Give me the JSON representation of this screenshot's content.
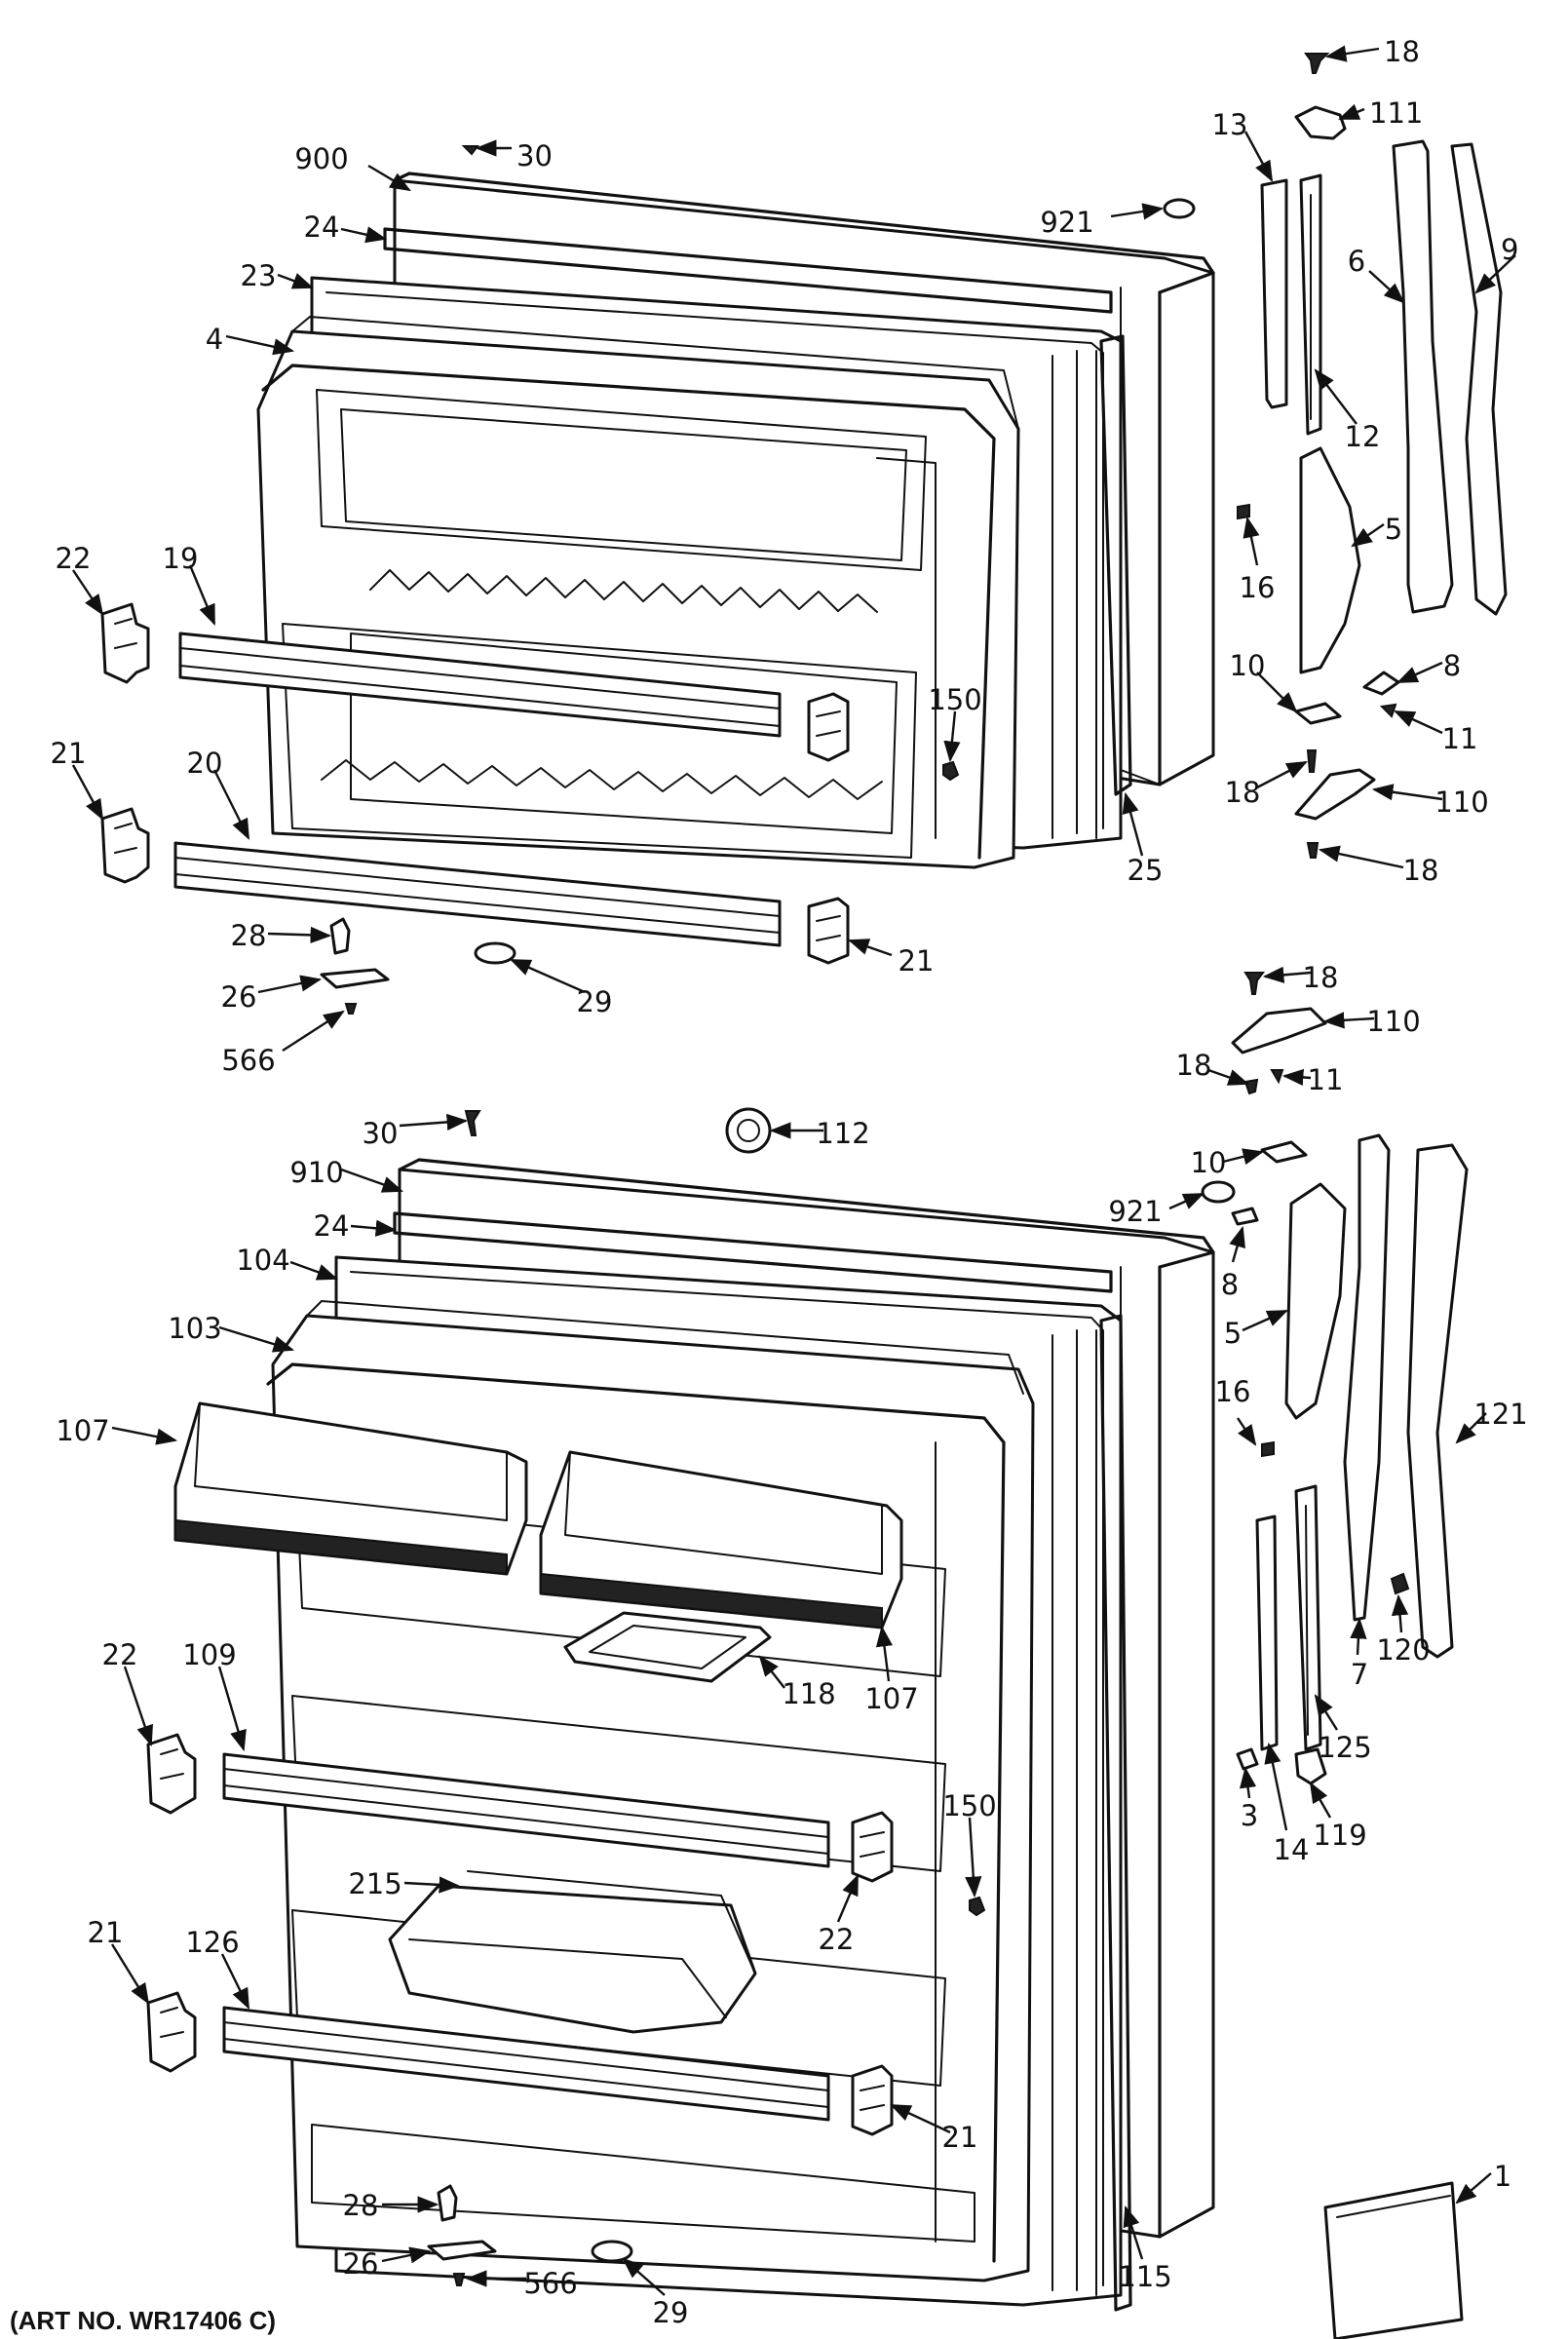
{
  "art_number": "(ART NO. WR17406 C)",
  "labels": [
    "18",
    "111",
    "13",
    "30",
    "900",
    "921",
    "9",
    "24",
    "6",
    "23",
    "12",
    "4",
    "5",
    "16",
    "22",
    "19",
    "10",
    "8",
    "150",
    "11",
    "21",
    "20",
    "18",
    "110",
    "25",
    "18",
    "28",
    "21",
    "26",
    "29",
    "566",
    "18",
    "110",
    "18",
    "11",
    "30",
    "112",
    "10",
    "910",
    "921",
    "24",
    "8",
    "104",
    "103",
    "5",
    "107",
    "16",
    "121",
    "120",
    "118",
    "107",
    "7",
    "22",
    "109",
    "125",
    "150",
    "3",
    "14",
    "119",
    "215",
    "22",
    "21",
    "126",
    "21",
    "28",
    "115",
    "26",
    "29",
    "566",
    "1"
  ],
  "icons": [
    "leader-arrow",
    "screw",
    "cap",
    "door-frame",
    "door-liner",
    "shelf-bar",
    "shelf-support",
    "hinge",
    "handle",
    "gasket",
    "egg-tray",
    "butter-dish",
    "booklet"
  ]
}
